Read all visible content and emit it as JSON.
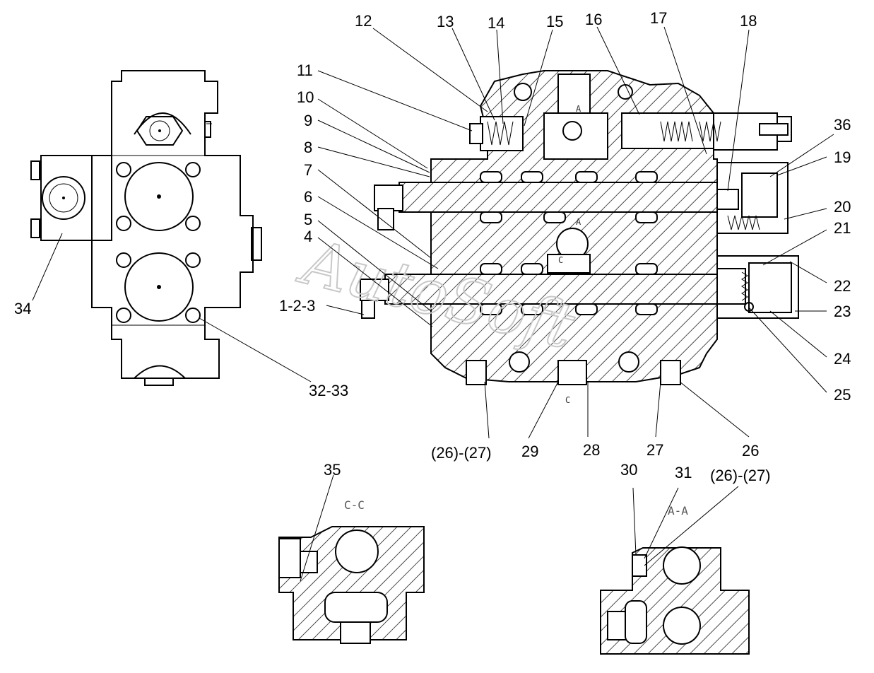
{
  "watermark": "AutoSoft",
  "section_titles": {
    "c_c": "C-C",
    "a_a": "A-A"
  },
  "section_markers": {
    "a_top": "A",
    "a_mid": "A",
    "c_mid": "C",
    "c_bottom": "C"
  },
  "callouts": [
    {
      "id": "12",
      "text": "12"
    },
    {
      "id": "13",
      "text": "13"
    },
    {
      "id": "14",
      "text": "14"
    },
    {
      "id": "15",
      "text": "15"
    },
    {
      "id": "16",
      "text": "16"
    },
    {
      "id": "17",
      "text": "17"
    },
    {
      "id": "18",
      "text": "18"
    },
    {
      "id": "11",
      "text": "11"
    },
    {
      "id": "10",
      "text": "10"
    },
    {
      "id": "9",
      "text": "9"
    },
    {
      "id": "8",
      "text": "8"
    },
    {
      "id": "7",
      "text": "7"
    },
    {
      "id": "6",
      "text": "6"
    },
    {
      "id": "5",
      "text": "5"
    },
    {
      "id": "4",
      "text": "4"
    },
    {
      "id": "1-2-3",
      "text": "1-2-3"
    },
    {
      "id": "36",
      "text": "36"
    },
    {
      "id": "19",
      "text": "19"
    },
    {
      "id": "20",
      "text": "20"
    },
    {
      "id": "21",
      "text": "21"
    },
    {
      "id": "22",
      "text": "22"
    },
    {
      "id": "23",
      "text": "23"
    },
    {
      "id": "24",
      "text": "24"
    },
    {
      "id": "25",
      "text": "25"
    },
    {
      "id": "34",
      "text": "34"
    },
    {
      "id": "32-33",
      "text": "32-33"
    },
    {
      "id": "26-27a",
      "text": "(26)-(27)"
    },
    {
      "id": "29",
      "text": "29"
    },
    {
      "id": "28",
      "text": "28"
    },
    {
      "id": "27",
      "text": "27"
    },
    {
      "id": "26",
      "text": "26"
    },
    {
      "id": "35",
      "text": "35"
    },
    {
      "id": "30",
      "text": "30"
    },
    {
      "id": "31",
      "text": "31"
    },
    {
      "id": "26-27b",
      "text": "(26)-(27)"
    }
  ]
}
